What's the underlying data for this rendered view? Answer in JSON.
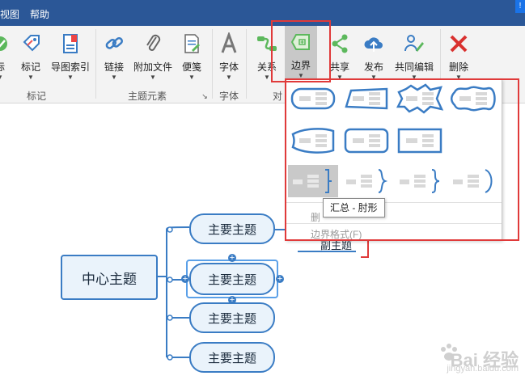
{
  "menubar": {
    "items": [
      "视图",
      "帮助"
    ]
  },
  "ribbon": {
    "buttons": {
      "mark_partial": "标",
      "mark": "标记",
      "map_index": "导图索引",
      "link": "链接",
      "attach": "附加文件",
      "note": "便笺",
      "font": "字体",
      "relation": "关系",
      "boundary": "边界",
      "share": "共享",
      "publish": "发布",
      "coedit": "共同编辑",
      "delete": "删除"
    },
    "groups": {
      "mark": "标记",
      "topic_elements": "主题元素",
      "font": "字体",
      "partial": "对"
    }
  },
  "canvas": {
    "center_topic": "中心主题",
    "main_topics": [
      "主要主题",
      "主要主题",
      "主要主题",
      "主要主题"
    ],
    "sub_topic": "副主题"
  },
  "dropdown": {
    "delete_partial": "删",
    "boundary_format": "边界格式(F)"
  },
  "tooltip": "汇总 - 肘形",
  "watermark": {
    "brand": "Bai 经验",
    "url": "jingyan.baidu.com"
  },
  "colors": {
    "menubar": "#2b5797",
    "topic_border": "#3a7cc4",
    "topic_fill": "#eaf3fb",
    "highlight": "#e03a3a"
  }
}
